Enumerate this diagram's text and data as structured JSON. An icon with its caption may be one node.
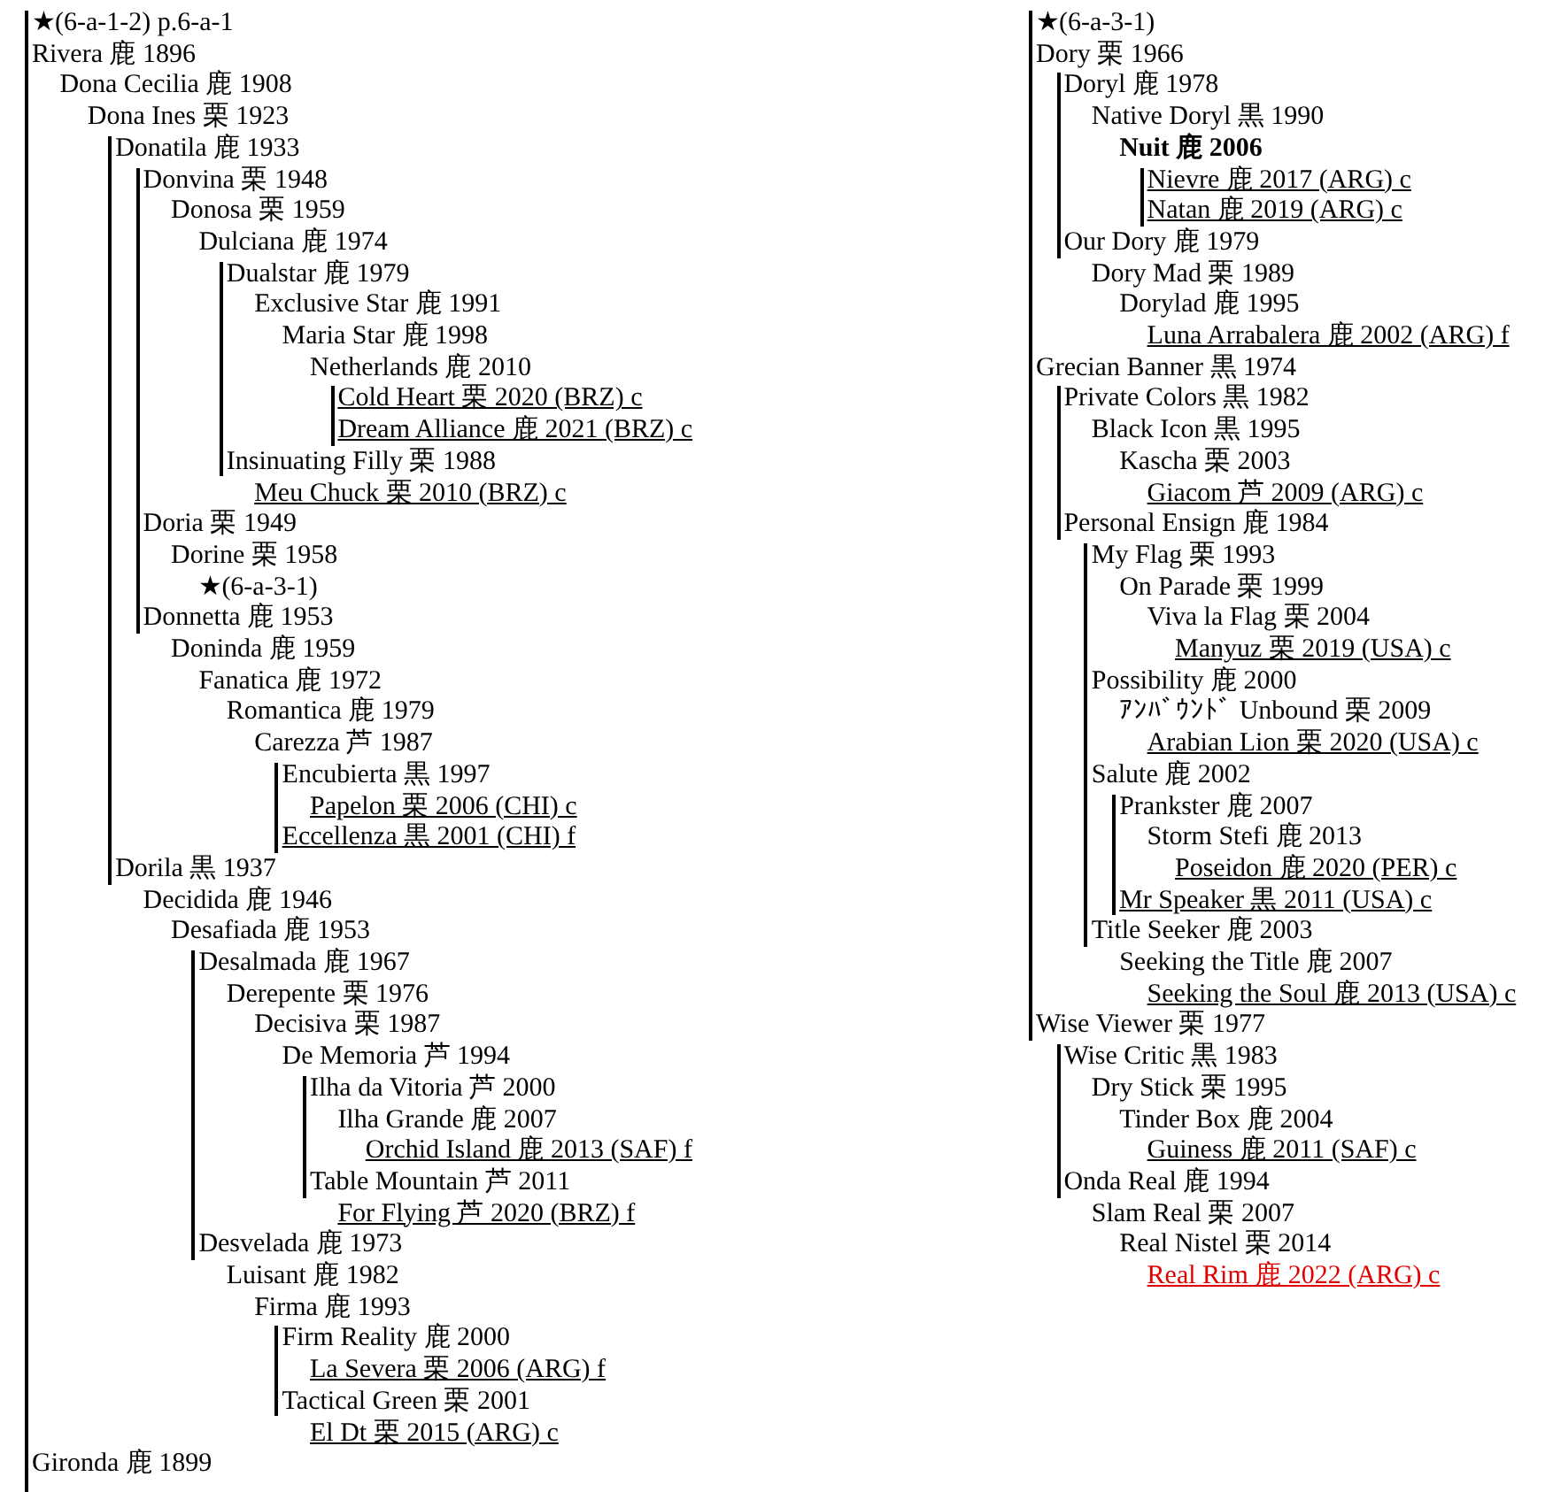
{
  "diagram": {
    "labels": [
      "★(6-a-1-2) p.6-a-1",
      "Rivera 鹿 1896",
      "Dona Cecilia 鹿 1908",
      "Dona Ines 栗 1923",
      "Donatila 鹿 1933",
      "Donvina 栗 1948",
      "Donosa 栗 1959",
      "Dulciana 鹿 1974",
      "Dualstar 鹿 1979",
      "Exclusive Star 鹿 1991",
      "Maria Star 鹿 1998",
      "Netherlands 鹿 2010",
      "Cold Heart 栗 2020 (BRZ) c",
      "Dream Alliance 鹿 2021 (BRZ) c",
      "Insinuating Filly 栗 1988",
      "Meu Chuck 栗 2010 (BRZ) c",
      "Doria 栗 1949",
      "Dorine 栗 1958",
      "★(6-a-3-1)",
      "Donnetta 鹿 1953",
      "Doninda 鹿 1959",
      "Fanatica 鹿 1972",
      "Romantica 鹿 1979",
      "Carezza 芦 1987",
      "Encubierta 黒 1997",
      "Papelon 栗 2006 (CHI) c",
      "Eccellenza 黒 2001 (CHI) f",
      "Dorila 黒 1937",
      "Decidida 鹿 1946",
      "Desafiada 鹿 1953",
      "Desalmada 鹿 1967",
      "Derepente 栗 1976",
      "Decisiva 栗 1987",
      "De Memoria 芦 1994",
      "Ilha da Vitoria 芦 2000",
      "Ilha Grande 鹿 2007",
      "Orchid Island 鹿 2013 (SAF) f",
      "Table Mountain 芦 2011",
      "For Flying 芦 2020 (BRZ) f",
      "Desvelada 鹿 1973",
      "Luisant 鹿 1982",
      "Firma 鹿 1993",
      "Firm Reality 鹿 2000",
      "La Severa 栗 2006 (ARG) f",
      "Tactical Green 栗 2001",
      "El Dt 栗 2015 (ARG) c",
      "Gironda 鹿 1899",
      "★(6-a-3-1)",
      "Dory 栗 1966",
      "Doryl 鹿 1978",
      "Native Doryl 黒 1990",
      "Nuit 鹿 2006",
      "Nievre 鹿 2017 (ARG) c",
      "Natan 鹿 2019 (ARG) c",
      "Our Dory 鹿 1979",
      "Dory Mad 栗 1989",
      "Dorylad 鹿 1995",
      "Luna Arrabalera 鹿 2002 (ARG) f",
      "Grecian Banner 黒 1974",
      "Private Colors 黒 1982",
      "Black Icon 黒 1995",
      "Kascha 栗 2003",
      "Giacom 芦 2009 (ARG) c",
      "Personal Ensign 鹿 1984",
      "My Flag 栗 1993",
      "On Parade 栗 1999",
      "Viva la Flag 栗 2004",
      "Manyuz 栗 2019 (USA) c",
      "Possibility 鹿 2000",
      "ｱﾝﾊﾞｳﾝﾄﾞ Unbound 栗 2009",
      "Arabian Lion 栗 2020 (USA) c",
      "Salute 鹿 2002",
      "Prankster 鹿 2007",
      "Storm Stefi 鹿 2013",
      "Poseidon 鹿 2020 (PER) c",
      "Mr Speaker 黒 2011 (USA) c",
      "Title Seeker 鹿 2003",
      "Seeking the Title 鹿 2007",
      "Seeking the Soul 鹿 2013 (USA) c",
      "Wise Viewer 栗 1977",
      "Wise Critic 黒 1983",
      "Dry Stick 栗 1995",
      "Tinder Box 鹿 2004",
      "Guiness 鹿 2011 (SAF) c",
      "Onda Real 鹿 1994",
      "Slam Real 栗 2007",
      "Real Nistel 栗 2014",
      "Real Rim 鹿 2022 (ARG) c"
    ]
  }
}
